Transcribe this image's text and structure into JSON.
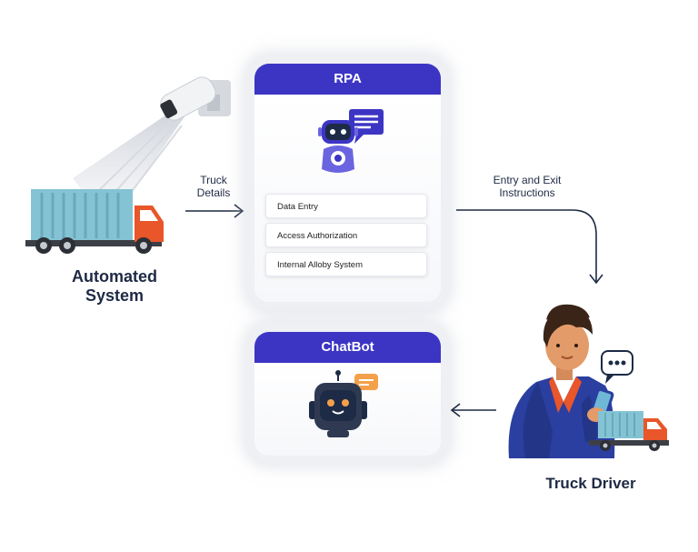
{
  "nodes": {
    "automated_system": {
      "label_line1": "Automated",
      "label_line2": "System"
    },
    "rpa": {
      "title": "RPA",
      "items": [
        {
          "label": "Data Entry"
        },
        {
          "label": "Access Authorization"
        },
        {
          "label": "Internal Alloby System"
        }
      ]
    },
    "chatbot": {
      "title": "ChatBot"
    },
    "truck_driver": {
      "label": "Truck Driver"
    }
  },
  "edges": {
    "truck_details": {
      "line1": "Truck",
      "line2": "Details"
    },
    "entry_exit": {
      "line1": "Entry and Exit",
      "line2": "Instructions"
    }
  },
  "colors": {
    "header": "#3c35c4",
    "container": "#84c3d4",
    "truck_cab": "#e8562a",
    "text": "#1e2a44"
  },
  "icons": [
    "cctv-camera-icon",
    "truck-icon",
    "robot-icon",
    "chat-bubble-icon",
    "person-with-phone-icon"
  ]
}
